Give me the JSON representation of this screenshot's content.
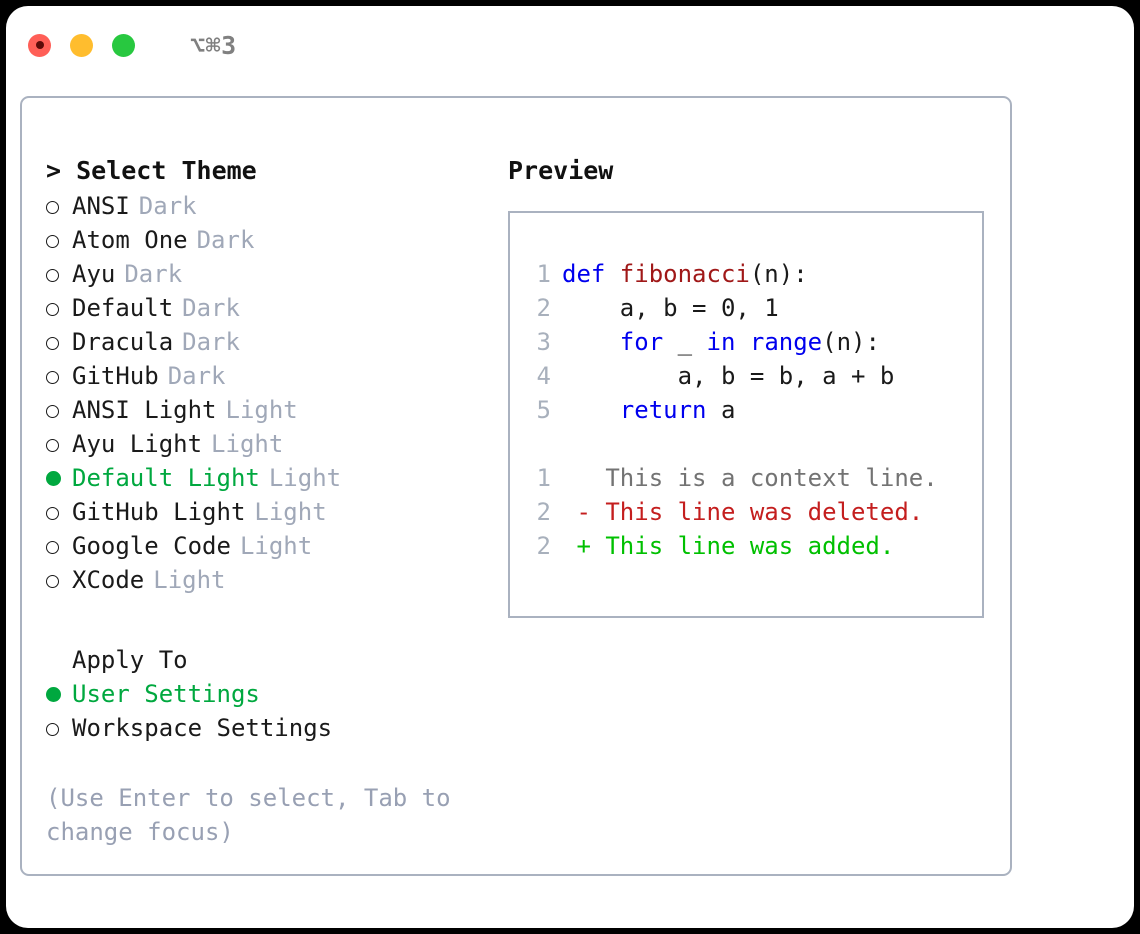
{
  "window": {
    "shortcut_label": "⌥⌘3",
    "traffic_lights": [
      {
        "name": "close",
        "color": "#ff5f57"
      },
      {
        "name": "minimize",
        "color": "#ffbd2e"
      },
      {
        "name": "maximize",
        "color": "#28c840"
      }
    ]
  },
  "theme_panel": {
    "header": "> Select Theme",
    "items": [
      {
        "marker": "o",
        "name": "ANSI",
        "tag": "Dark",
        "selected": false
      },
      {
        "marker": "o",
        "name": "Atom One",
        "tag": "Dark",
        "selected": false
      },
      {
        "marker": "o",
        "name": "Ayu",
        "tag": "Dark",
        "selected": false
      },
      {
        "marker": "o",
        "name": "Default",
        "tag": "Dark",
        "selected": false
      },
      {
        "marker": "o",
        "name": "Dracula",
        "tag": "Dark",
        "selected": false
      },
      {
        "marker": "o",
        "name": "GitHub",
        "tag": "Dark",
        "selected": false
      },
      {
        "marker": "o",
        "name": "ANSI Light",
        "tag": "Light",
        "selected": false
      },
      {
        "marker": "o",
        "name": "Ayu Light",
        "tag": "Light",
        "selected": false
      },
      {
        "marker": "●",
        "name": "Default Light",
        "tag": "Light",
        "selected": true
      },
      {
        "marker": "o",
        "name": "GitHub Light",
        "tag": "Light",
        "selected": false
      },
      {
        "marker": "o",
        "name": "Google Code",
        "tag": "Light",
        "selected": false
      },
      {
        "marker": "o",
        "name": "XCode",
        "tag": "Light",
        "selected": false
      }
    ]
  },
  "apply_to": {
    "label": "Apply To",
    "options": [
      {
        "marker": "●",
        "name": "User Settings",
        "selected": true
      },
      {
        "marker": "o",
        "name": "Workspace Settings",
        "selected": false
      }
    ]
  },
  "hint": "(Use Enter to select, Tab to change focus)",
  "preview": {
    "header": "Preview",
    "code_lines": [
      {
        "lineno": "1",
        "tokens": [
          {
            "t": "def ",
            "c": "kw"
          },
          {
            "t": "fibonacci",
            "c": "fn"
          },
          {
            "t": "(n):",
            "c": "pl"
          }
        ]
      },
      {
        "lineno": "2",
        "tokens": [
          {
            "t": "    a, b = 0, 1",
            "c": "pl"
          }
        ]
      },
      {
        "lineno": "3",
        "tokens": [
          {
            "t": "    ",
            "c": "pl"
          },
          {
            "t": "for",
            "c": "kw"
          },
          {
            "t": " _ ",
            "c": "pl"
          },
          {
            "t": "in",
            "c": "kw"
          },
          {
            "t": " ",
            "c": "pl"
          },
          {
            "t": "range",
            "c": "kw"
          },
          {
            "t": "(n):",
            "c": "pl"
          }
        ]
      },
      {
        "lineno": "4",
        "tokens": [
          {
            "t": "        a, b = b, a + b",
            "c": "pl"
          }
        ]
      },
      {
        "lineno": "5",
        "tokens": [
          {
            "t": "    ",
            "c": "pl"
          },
          {
            "t": "return",
            "c": "kw"
          },
          {
            "t": " a",
            "c": "pl"
          }
        ]
      }
    ],
    "diff_lines": [
      {
        "lineno": "1",
        "tokens": [
          {
            "t": "   This is a context line.",
            "c": "ctx"
          }
        ]
      },
      {
        "lineno": "2",
        "tokens": [
          {
            "t": " - This line was deleted.",
            "c": "del"
          }
        ]
      },
      {
        "lineno": "2",
        "tokens": [
          {
            "t": " + This line was added.",
            "c": "add"
          }
        ]
      }
    ]
  },
  "colors": {
    "accent_green": "#00a83f",
    "diff_add": "#00c000",
    "diff_del": "#c41e1e",
    "keyword_blue": "#0000ee",
    "function_red": "#a01818",
    "muted": "#a0a8b8",
    "border": "#aab2c0"
  }
}
